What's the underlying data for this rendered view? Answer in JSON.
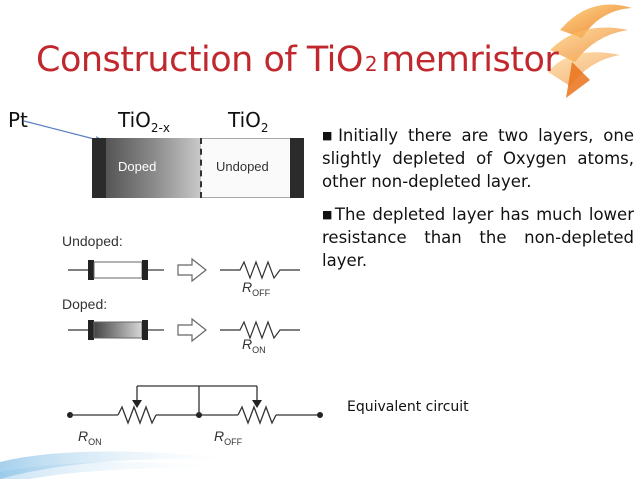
{
  "slide": {
    "title_main": "Construction of TiO",
    "title_sub": "2",
    "title_end": "memristor",
    "labels": {
      "pt": "Pt",
      "tio2x_base": "TiO",
      "tio2x_sub": "2-x",
      "tio2_base": "TiO",
      "tio2_sub": "2"
    },
    "device": {
      "doped": "Doped",
      "undoped": "Undoped"
    },
    "figure": {
      "undoped_label": "Undoped:",
      "doped_label": "Doped:",
      "r_off": "R",
      "r_off_sub": "OFF",
      "r_on": "R",
      "r_on_sub": "ON"
    },
    "bullets": [
      {
        "mark": "■",
        "text": "Initially there are two layers, one slightly depleted of Oxygen atoms, other non-depleted layer."
      },
      {
        "mark": "■",
        "text": "The depleted layer has much lower resistance than the non-depleted layer."
      }
    ],
    "caption": "Equivalent circuit",
    "colors": {
      "title": "#c0282d",
      "arrow": "#5b7fc4",
      "logo": "#f08020"
    }
  }
}
